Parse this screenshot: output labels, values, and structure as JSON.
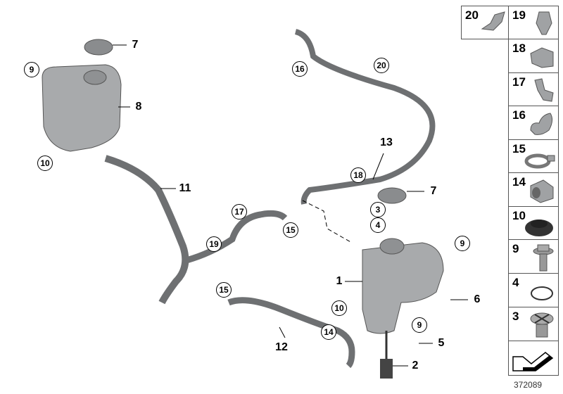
{
  "diagram_id": "372089",
  "callouts_plain": [
    "7",
    "8",
    "11",
    "13",
    "7",
    "1",
    "6",
    "5",
    "2",
    "12"
  ],
  "callouts_circled": [
    "9",
    "10",
    "16",
    "20",
    "18",
    "17",
    "19",
    "15",
    "3",
    "4",
    "9",
    "15",
    "10",
    "14",
    "9"
  ],
  "legend": [
    {
      "num": "20",
      "part": "clip-icon"
    },
    {
      "num": "19",
      "part": "bracket-icon"
    },
    {
      "num": "18",
      "part": "clip-icon"
    },
    {
      "num": "17",
      "part": "clip-icon"
    },
    {
      "num": "16",
      "part": "clip-icon"
    },
    {
      "num": "15",
      "part": "hose-clamp-icon"
    },
    {
      "num": "14",
      "part": "clamp-icon"
    },
    {
      "num": "10",
      "part": "grommet-icon"
    },
    {
      "num": "9",
      "part": "bolt-icon"
    },
    {
      "num": "4",
      "part": "o-ring-icon"
    },
    {
      "num": "3",
      "part": "screw-plug-icon"
    }
  ],
  "colors": {
    "part": "#9a9c9e",
    "part_dark": "#5f6163",
    "line": "#000000"
  }
}
